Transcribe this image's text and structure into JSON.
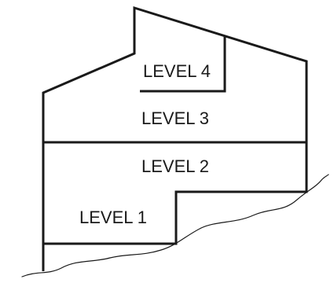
{
  "diagram": {
    "levels": [
      {
        "id": "level-4",
        "label": "LEVEL 4"
      },
      {
        "id": "level-3",
        "label": "LEVEL 3"
      },
      {
        "id": "level-2",
        "label": "LEVEL 2"
      },
      {
        "id": "level-1",
        "label": "LEVEL 1"
      }
    ],
    "colors": {
      "line": "#1a1a1a",
      "background": "#ffffff"
    }
  }
}
